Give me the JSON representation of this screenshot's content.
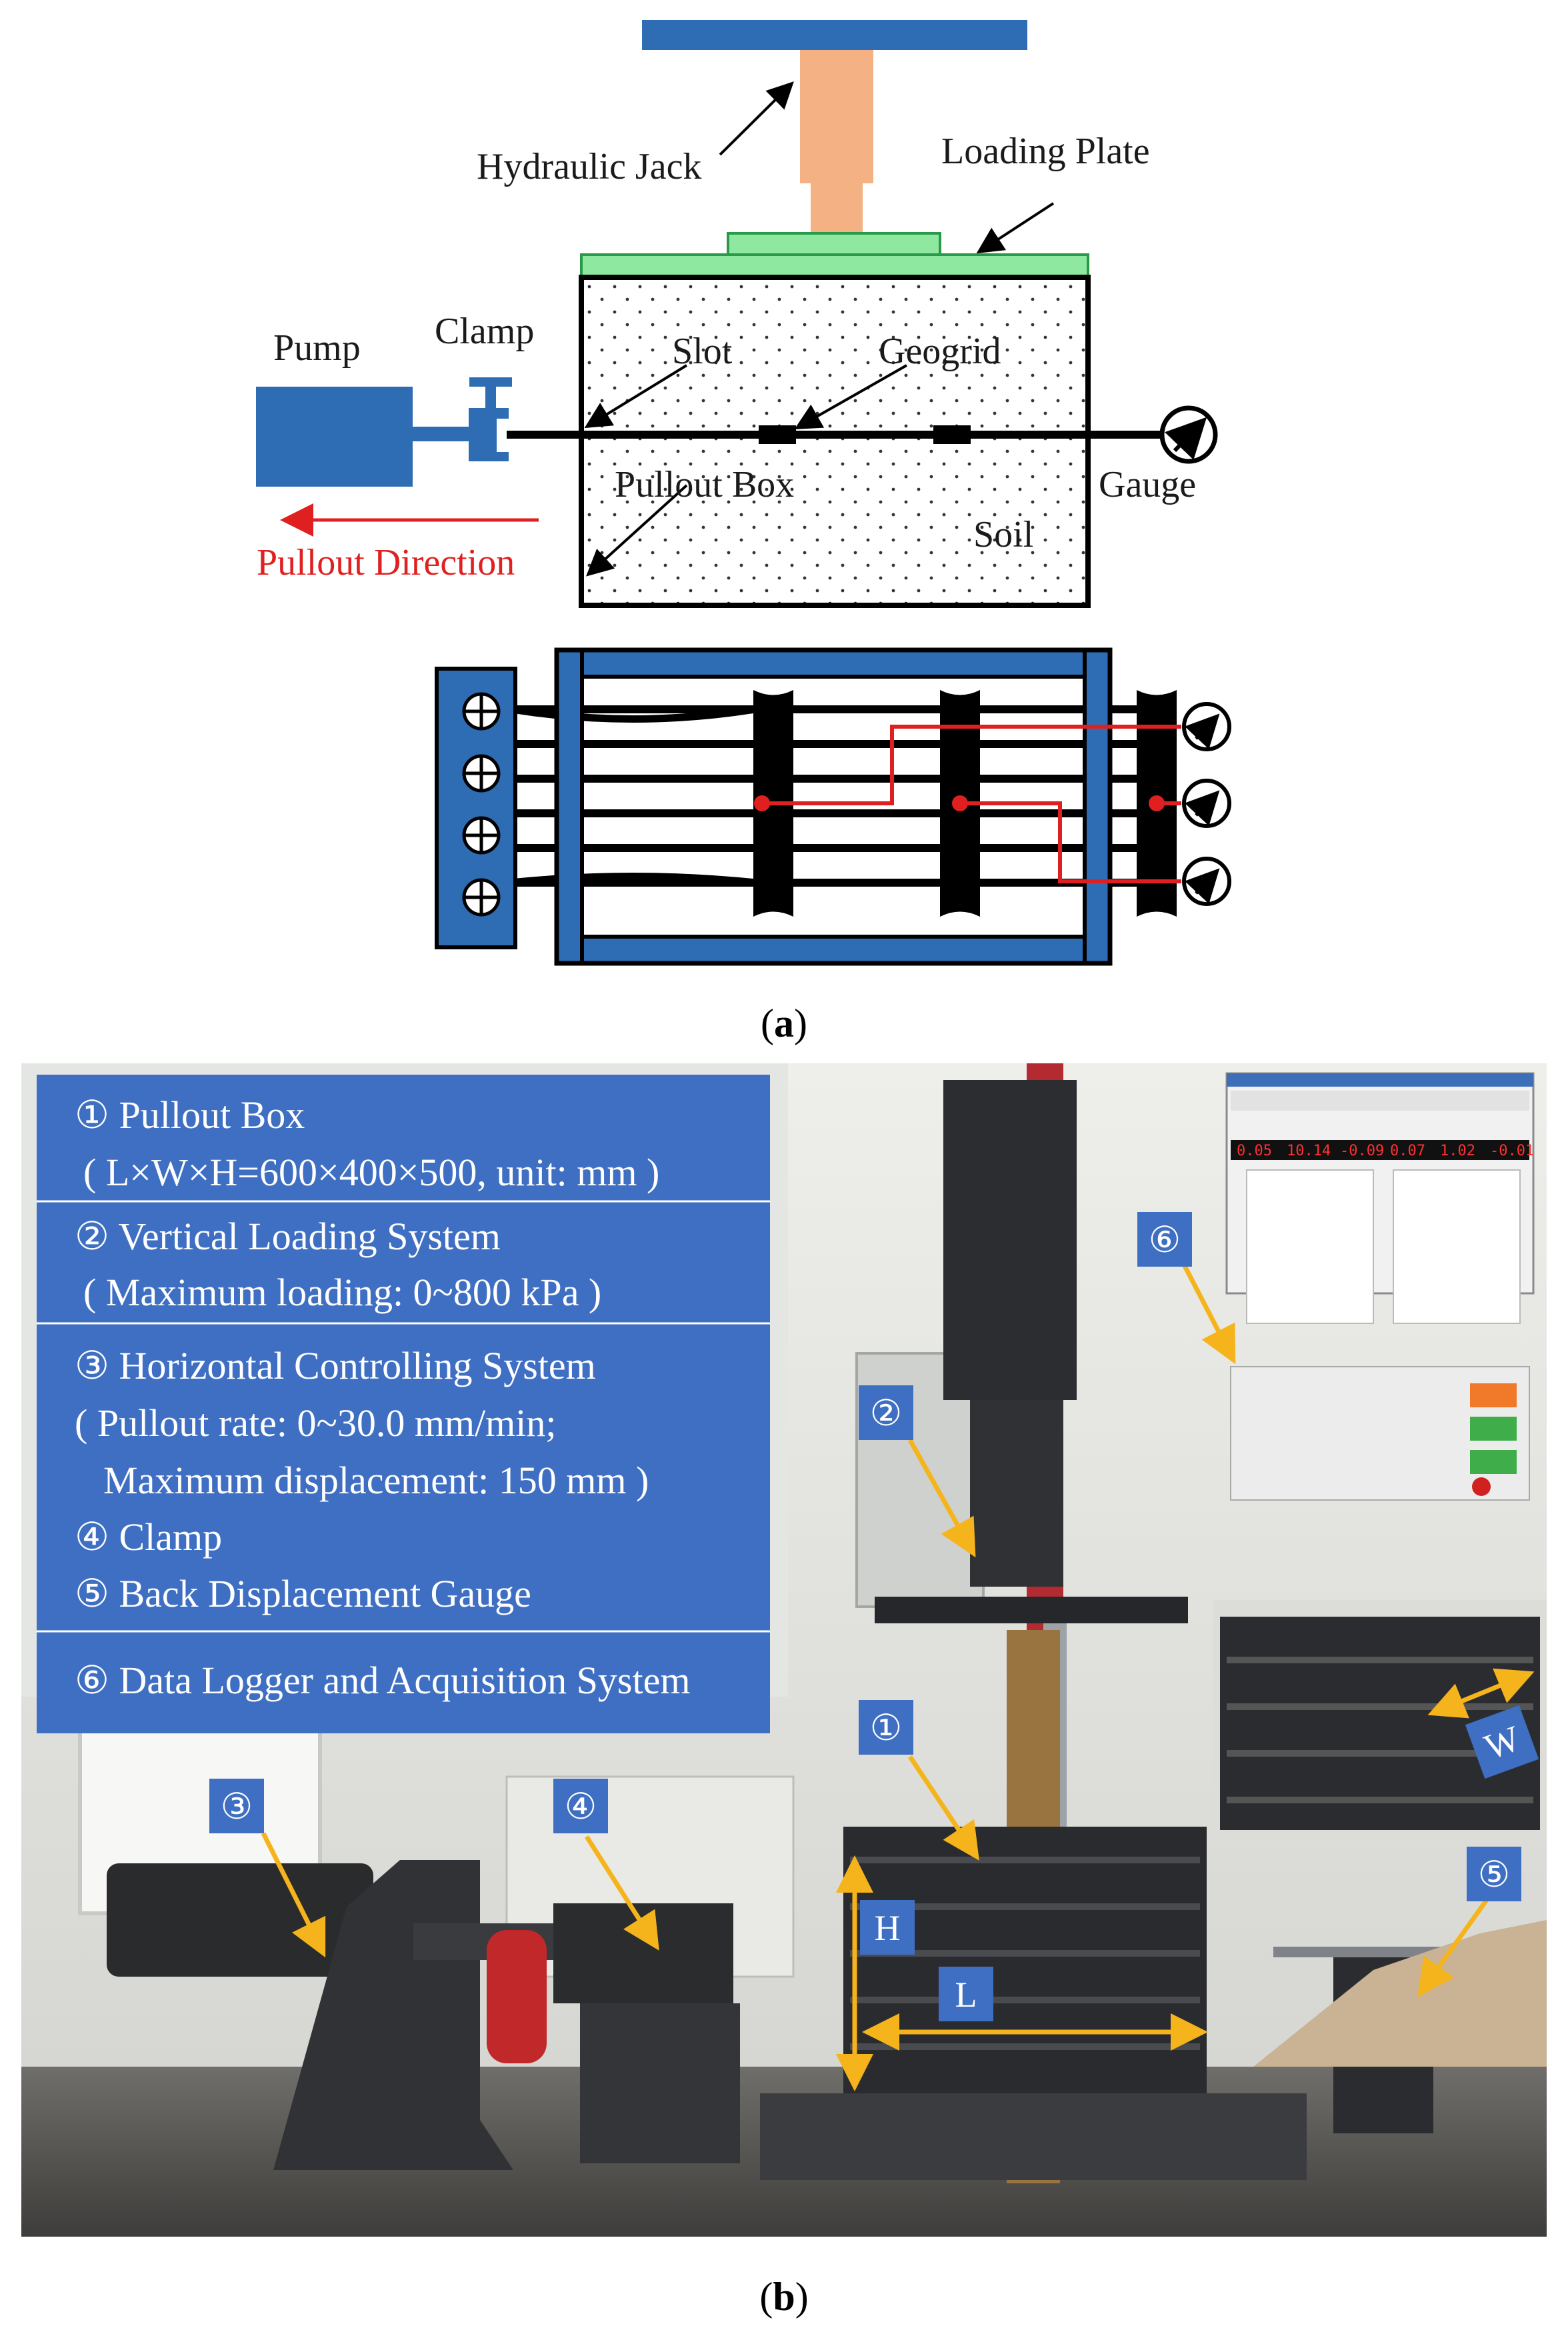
{
  "figure_a": {
    "labels": {
      "hydraulic_jack": "Hydraulic Jack",
      "loading_plate": "Loading Plate",
      "pump": "Pump",
      "clamp": "Clamp",
      "slot": "Slot",
      "geogrid": "Geogrid",
      "gauge": "Gauge",
      "pullout_box": "Pullout Box",
      "soil": "Soil",
      "pullout_direction": "Pullout Direction"
    },
    "caption_letter": "a",
    "colors": {
      "blue": "#2e6db4",
      "orange": "#f4b183",
      "green": "#8ee8a0",
      "red": "#e02020"
    }
  },
  "figure_b": {
    "legend": [
      "① Pullout Box",
      "( L×W×H=600×400×500, unit: mm )",
      "② Vertical Loading System",
      "( Maximum loading: 0~800 kPa )",
      "③ Horizontal Controlling System",
      "( Pullout rate: 0~30.0 mm/min;",
      "Maximum displacement: 150 mm )",
      "④ Clamp",
      "⑤ Back Displacement Gauge",
      "⑥ Data Logger and Acquisition System"
    ],
    "tags": {
      "t1": "①",
      "t2": "②",
      "t3": "③",
      "t4": "④",
      "t5": "⑤",
      "t6": "⑥",
      "h": "H",
      "l": "L",
      "w": "W"
    },
    "screen_readouts": [
      "0.05",
      "10.14",
      "-0.09",
      "0.07",
      "1.02",
      "-0.01"
    ],
    "caption_letter": "b",
    "colors": {
      "panel": "#3f6fc2",
      "arrow": "#f5b31c"
    }
  }
}
